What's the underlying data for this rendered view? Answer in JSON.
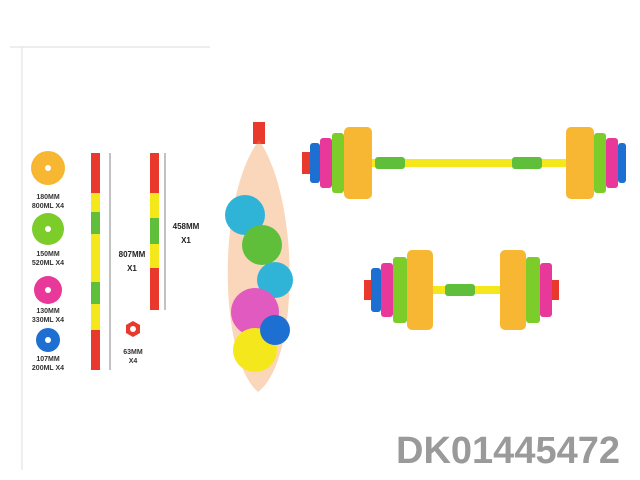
{
  "plates": [
    {
      "size": "180MM",
      "volume": "800ML X4",
      "color": "#f7b733"
    },
    {
      "size": "150MM",
      "volume": "520ML X4",
      "color": "#7ccc2a"
    },
    {
      "size": "130MM",
      "volume": "330ML X4",
      "color": "#e8389a"
    },
    {
      "size": "107MM",
      "volume": "200ML X4",
      "color": "#1d6fd1"
    }
  ],
  "long_bar": {
    "length": "807MM",
    "qty": "X1"
  },
  "short_bar": {
    "length": "458MM",
    "qty": "X1"
  },
  "nut": {
    "size": "63MM",
    "qty": "X4"
  },
  "product_code": "DK01445472"
}
